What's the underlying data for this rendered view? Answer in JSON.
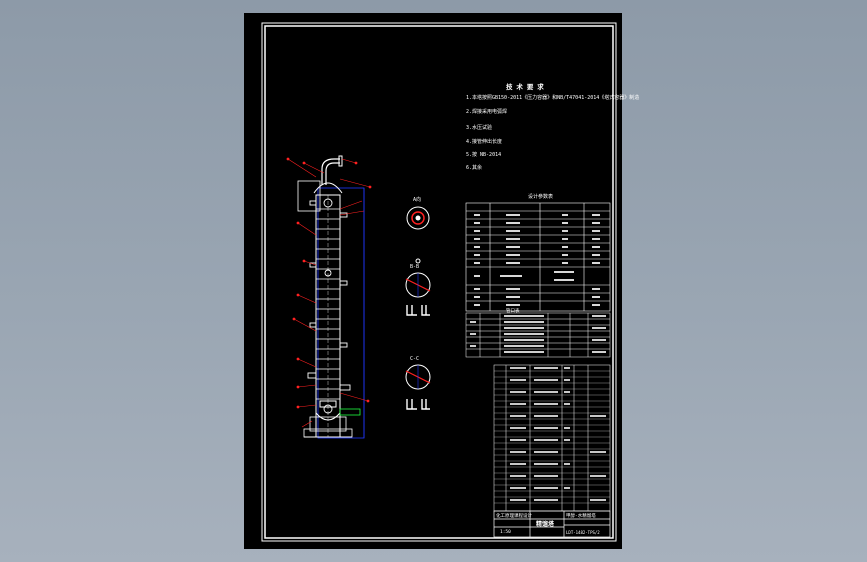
{
  "notes": {
    "title": "技 术 要 求",
    "line1": "1.本塔按照GB150-2011《压力容器》和NB/T47041-2014《塔式容器》制造",
    "line2": "2.焊接采用电弧焊",
    "line3": "3.水压试验",
    "line4": "4.接管伸出长度",
    "line5": "5.按 NB-2014",
    "line6": "6.其余"
  },
  "views": {
    "a": "A向",
    "b": "B-B",
    "c": "C-C"
  },
  "design_table": {
    "title": "设计参数表"
  },
  "nozzle_table": {
    "title": "管口表"
  },
  "title_block": {
    "company": "化工原理课程设计",
    "name": "精馏塔",
    "drawing_no": "LDT-1482-TPS/2",
    "subtitle": "甲醇-水精馏塔",
    "scale": "1:50"
  },
  "colors": {
    "background": "#95a1af",
    "sheet": "#000000",
    "line": "#ffffff",
    "dimension": "#2038ff",
    "leader": "#ff2020",
    "accent": "#20ff40"
  }
}
